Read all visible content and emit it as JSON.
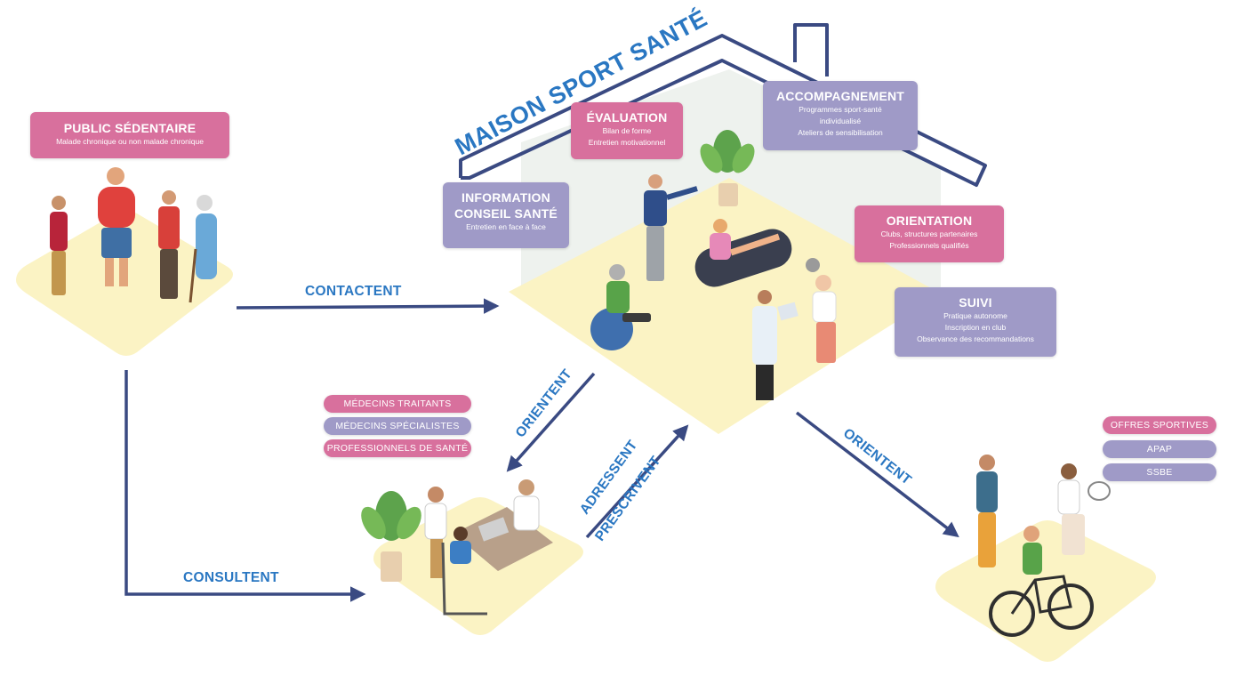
{
  "title": "MAISON SPORT SANTÉ",
  "public": {
    "title": "PUBLIC SÉDENTAIRE",
    "subtitle": "Malade chronique ou non malade chronique"
  },
  "evaluation": {
    "title": "ÉVALUATION",
    "lines": [
      "Bilan de forme",
      "Entretien motivationnel"
    ]
  },
  "accompagnement": {
    "title": "ACCOMPAGNEMENT",
    "lines": [
      "Programmes sport-santé",
      "individualisé",
      "Ateliers de sensibilisation"
    ]
  },
  "information": {
    "title_lines": [
      "INFORMATION",
      "CONSEIL SANTÉ"
    ],
    "lines": [
      "Entretien en face à face"
    ]
  },
  "orientation": {
    "title": "ORIENTATION",
    "lines": [
      "Clubs, structures partenaires",
      "Professionnels qualifiés"
    ]
  },
  "suivi": {
    "title": "SUIVI",
    "lines": [
      "Pratique autonome",
      "Inscription en club",
      "Observance des recommandations"
    ]
  },
  "health_pros": [
    "MÉDECINS TRAITANTS",
    "MÉDECINS SPÉCIALISTES",
    "PROFESSIONNELS DE SANTÉ"
  ],
  "sport_offers": [
    "OFFRES SPORTIVES",
    "APAP",
    "SSBE"
  ],
  "arrows": {
    "contactent": "CONTACTENT",
    "consultent": "CONSULTENT",
    "orientent_left": "ORIENTENT",
    "adressent": "ADRESSENT",
    "prescrivent": "PRESCRIVENT",
    "orientent_right": "ORIENTENT"
  },
  "colors": {
    "pink": "#d8709d",
    "purple": "#9f9ac7",
    "arrow": "#3a4a82",
    "label": "#2a77c2",
    "floor": "#fbf3c4"
  }
}
